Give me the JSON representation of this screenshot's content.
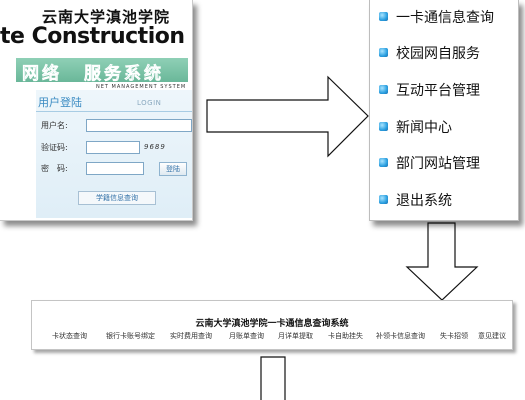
{
  "login": {
    "school_name": "云南大学滇池学院",
    "construction_text": "te Construction",
    "banner_word1": "网络",
    "banner_word2": "服务系统",
    "banner_sub": "NET MANAGEMENT SYSTEM",
    "title": "用户登陆",
    "title_en": "LOGIN",
    "username_label": "用户名:",
    "captcha_label": "验证码:",
    "captcha_value": "9689",
    "password_label": "密　码:",
    "login_button": "登陆",
    "query_button": "学籍信息查询"
  },
  "menu": {
    "items": [
      {
        "label": "一卡通信息查询"
      },
      {
        "label": "校园网自服务"
      },
      {
        "label": "互动平台管理"
      },
      {
        "label": "新闻中心"
      },
      {
        "label": "部门网站管理"
      },
      {
        "label": "退出系统"
      }
    ]
  },
  "bar": {
    "title": "云南大学滇池学院一卡通信息查询系统",
    "links": [
      "卡状态查询",
      "银行卡账号绑定",
      "实时费用查询",
      "月账单查询",
      "月详单提取",
      "卡自助挂失",
      "补领卡信息查询",
      "失卡招领",
      "意见建议"
    ]
  },
  "colors": {
    "accent_blue": "#3a8bc2",
    "banner_green": "#6ab799"
  }
}
